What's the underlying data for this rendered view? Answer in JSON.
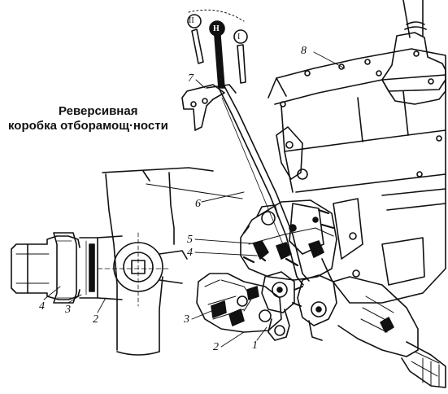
{
  "caption": {
    "line1": "Реверсивная",
    "line2": "коробка отборамощ·ности"
  },
  "gear_positions": {
    "left": "II",
    "center": "Н",
    "right": "I"
  },
  "callouts": {
    "c1": "1",
    "c2": "2",
    "c3": "3",
    "c4": "4",
    "c5": "5",
    "c6": "6",
    "c7": "7",
    "c8": "8",
    "side_c2": "2",
    "side_c3": "3",
    "side_c4": "4"
  },
  "colors": {
    "ink": "#111111",
    "paper": "#ffffff"
  }
}
